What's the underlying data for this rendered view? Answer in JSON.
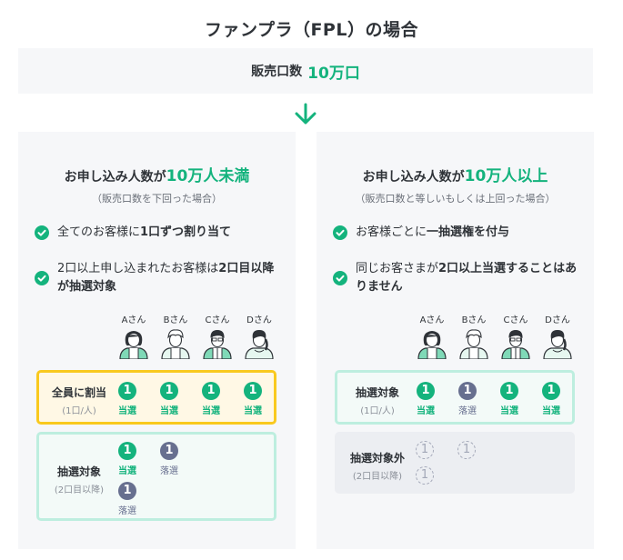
{
  "title": "ファンプラ（FPL）の場合",
  "sales": {
    "label": "販売口数",
    "value": "10万口"
  },
  "colors": {
    "accent": "#14b37d",
    "lose": "#676f8f",
    "highlight_border": "#f9c91e",
    "mint_border": "#bdeedf"
  },
  "left": {
    "heading_prefix": "お申し込み人数が",
    "heading_highlight": "10万人未満",
    "subheading": "（販売口数を下回った場合）",
    "checks": [
      {
        "plain": "全てのお客様に",
        "bold": "1口ずつ割り当て",
        "plain2": ""
      },
      {
        "plain": "2口以上申し込まれたお客様は",
        "bold": "2口目以降が抽選対象",
        "plain2": ""
      }
    ],
    "people": [
      "Aさん",
      "Bさん",
      "Cさん",
      "Dさん"
    ],
    "rows": [
      {
        "label": "全員に割当",
        "sublabel": "(1口/人)",
        "tickets": [
          {
            "num": "1",
            "result": "当選",
            "status": "win"
          },
          {
            "num": "1",
            "result": "当選",
            "status": "win"
          },
          {
            "num": "1",
            "result": "当選",
            "status": "win"
          },
          {
            "num": "1",
            "result": "当選",
            "status": "win"
          }
        ]
      },
      {
        "label": "抽選対象",
        "sublabel": "(2口目以降)",
        "tickets": [
          {
            "num": "1",
            "result": "当選",
            "status": "win"
          },
          {
            "num": "1",
            "result": "落選",
            "status": "lose"
          },
          {
            "num": "1",
            "result": "落選",
            "status": "lose"
          }
        ]
      }
    ]
  },
  "right": {
    "heading_prefix": "お申し込み人数が",
    "heading_highlight": "10万人以上",
    "subheading": "（販売口数と等しいもしくは上回った場合）",
    "checks": [
      {
        "plain": "お客様ごとに",
        "bold": "一抽選権を付与",
        "plain2": ""
      },
      {
        "plain": "同じお客さまが",
        "bold": "2口以上当選すること",
        "plain2": "はありません"
      }
    ],
    "people": [
      "Aさん",
      "Bさん",
      "Cさん",
      "Dさん"
    ],
    "rows": [
      {
        "label": "抽選対象",
        "sublabel": "(1口/人)",
        "tickets": [
          {
            "num": "1",
            "result": "当選",
            "status": "win"
          },
          {
            "num": "1",
            "result": "落選",
            "status": "lose"
          },
          {
            "num": "1",
            "result": "当選",
            "status": "win"
          },
          {
            "num": "1",
            "result": "当選",
            "status": "win"
          }
        ]
      },
      {
        "label": "抽選対象外",
        "sublabel": "(2口目以降)",
        "tickets": [
          {
            "num": "1",
            "result": "",
            "status": "none"
          },
          {
            "num": "1",
            "result": "",
            "status": "none"
          },
          {
            "num": "1",
            "result": "",
            "status": "none"
          }
        ]
      }
    ]
  }
}
